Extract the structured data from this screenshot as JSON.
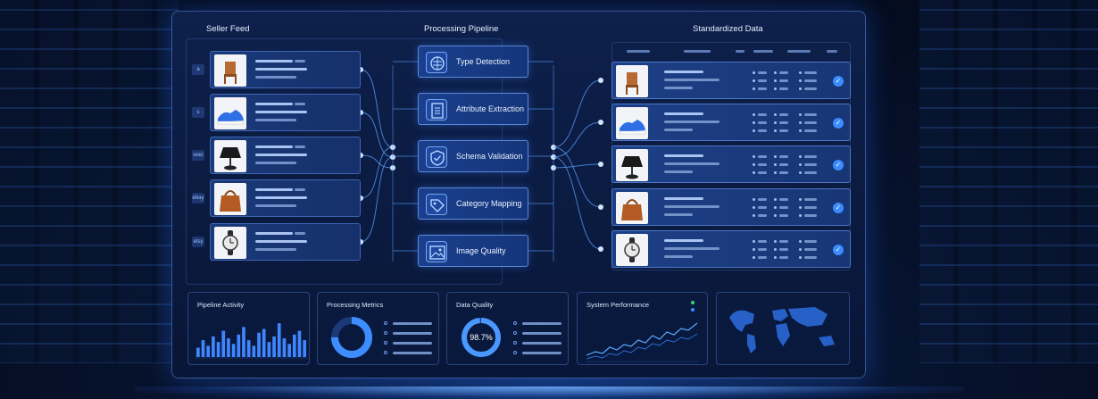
{
  "sections": {
    "seller_feed": "Seller Feed",
    "processing_pipeline": "Processing Pipeline",
    "standardized_data": "Standardized Data"
  },
  "sources": [
    {
      "logo": "a",
      "product": "chair"
    },
    {
      "logo": "s",
      "product": "sneaker"
    },
    {
      "logo": "woo",
      "product": "lamp"
    },
    {
      "logo": "ebay",
      "product": "handbag"
    },
    {
      "logo": "etsy",
      "product": "watch"
    }
  ],
  "pipeline_steps": [
    {
      "label": "Type Detection",
      "icon": "brain-icon"
    },
    {
      "label": "Attribute Extraction",
      "icon": "document-icon"
    },
    {
      "label": "Schema Validation",
      "icon": "shield-check-icon"
    },
    {
      "label": "Category Mapping",
      "icon": "tag-icon"
    },
    {
      "label": "Image Quality",
      "icon": "image-icon"
    }
  ],
  "standardized_rows": [
    {
      "product": "chair",
      "status": "✓"
    },
    {
      "product": "sneaker",
      "status": "✓"
    },
    {
      "product": "lamp",
      "status": "✓"
    },
    {
      "product": "handbag",
      "status": "✓"
    },
    {
      "product": "watch",
      "status": "✓"
    }
  ],
  "widgets": {
    "pipeline_activity": {
      "title": "Pipeline Activity",
      "bars": [
        0.25,
        0.45,
        0.3,
        0.55,
        0.4,
        0.7,
        0.5,
        0.35,
        0.6,
        0.8,
        0.45,
        0.3,
        0.65,
        0.75,
        0.4,
        0.55,
        0.9,
        0.5,
        0.35,
        0.6,
        0.7,
        0.45
      ]
    },
    "processing_metrics": {
      "title": "Processing Metrics",
      "ring_fill": 0.75
    },
    "data_quality": {
      "title": "Data Quality",
      "value": "98.7%",
      "ring_fill": 0.987
    },
    "system_performance": {
      "title": "System Performance"
    },
    "world_map": {}
  },
  "colors": {
    "accent": "#3a8cff",
    "panel": "#0e224e",
    "line": "#5aa0ff"
  }
}
